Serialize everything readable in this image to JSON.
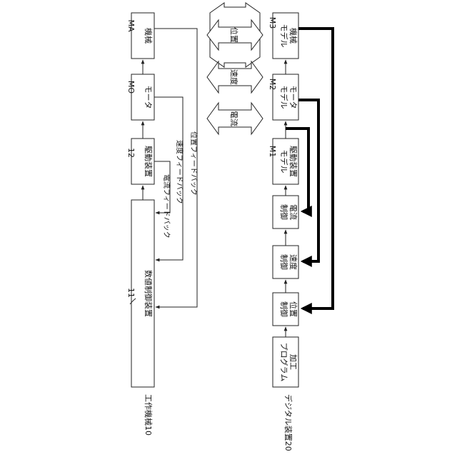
{
  "machine_tool": {
    "caption": "工作機械10",
    "nc_device": {
      "label": "数値制御装置",
      "ref": "11"
    },
    "drive": {
      "label": "駆動装置",
      "ref": "12"
    },
    "motor": {
      "label": "モータ",
      "ref": "MO"
    },
    "machine": {
      "label": "機械",
      "ref": "MA"
    },
    "feedback": {
      "current": "電流フィードバック",
      "speed": "速度フィードバック",
      "position": "位置フィードバック"
    }
  },
  "digital_device": {
    "caption": "デジタル装置20",
    "program": {
      "line1": "加工",
      "line2": "プログラム"
    },
    "position_ctrl": {
      "line1": "位置",
      "line2": "制御"
    },
    "speed_ctrl": {
      "line1": "速度",
      "line2": "制御"
    },
    "current_ctrl": {
      "line1": "電流",
      "line2": "制御"
    },
    "drive_model": {
      "line1": "駆動装置",
      "line2": "モデル",
      "ref": "M1"
    },
    "motor_model": {
      "line1": "モータ",
      "line2": "モデル",
      "ref": "M2"
    },
    "machine_model": {
      "line1": "機械",
      "line2": "モデル",
      "ref": "M3"
    }
  },
  "correspondence": {
    "position": "位置",
    "speed": "速度",
    "current": "電流"
  }
}
